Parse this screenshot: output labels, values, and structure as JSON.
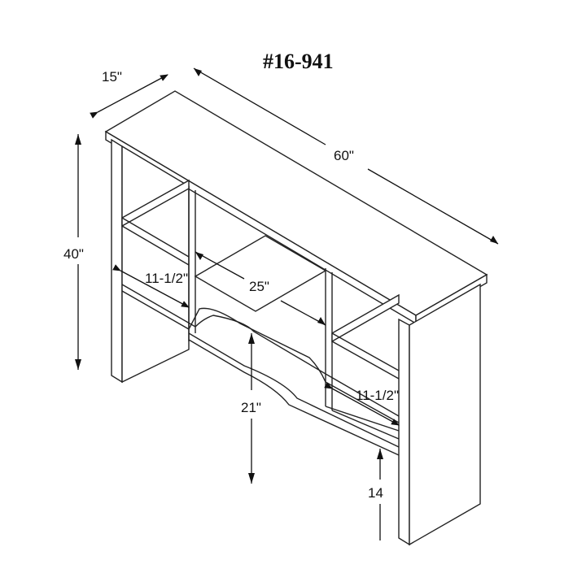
{
  "title": "#16-941",
  "dimensions": {
    "depth": "15\"",
    "width": "60\"",
    "height": "40\"",
    "left_shelf_depth": "11-1/2\"",
    "center_opening_width": "25\"",
    "right_shelf_depth": "11-1/2\"",
    "center_opening_height": "21\"",
    "side_clearance": "14"
  }
}
